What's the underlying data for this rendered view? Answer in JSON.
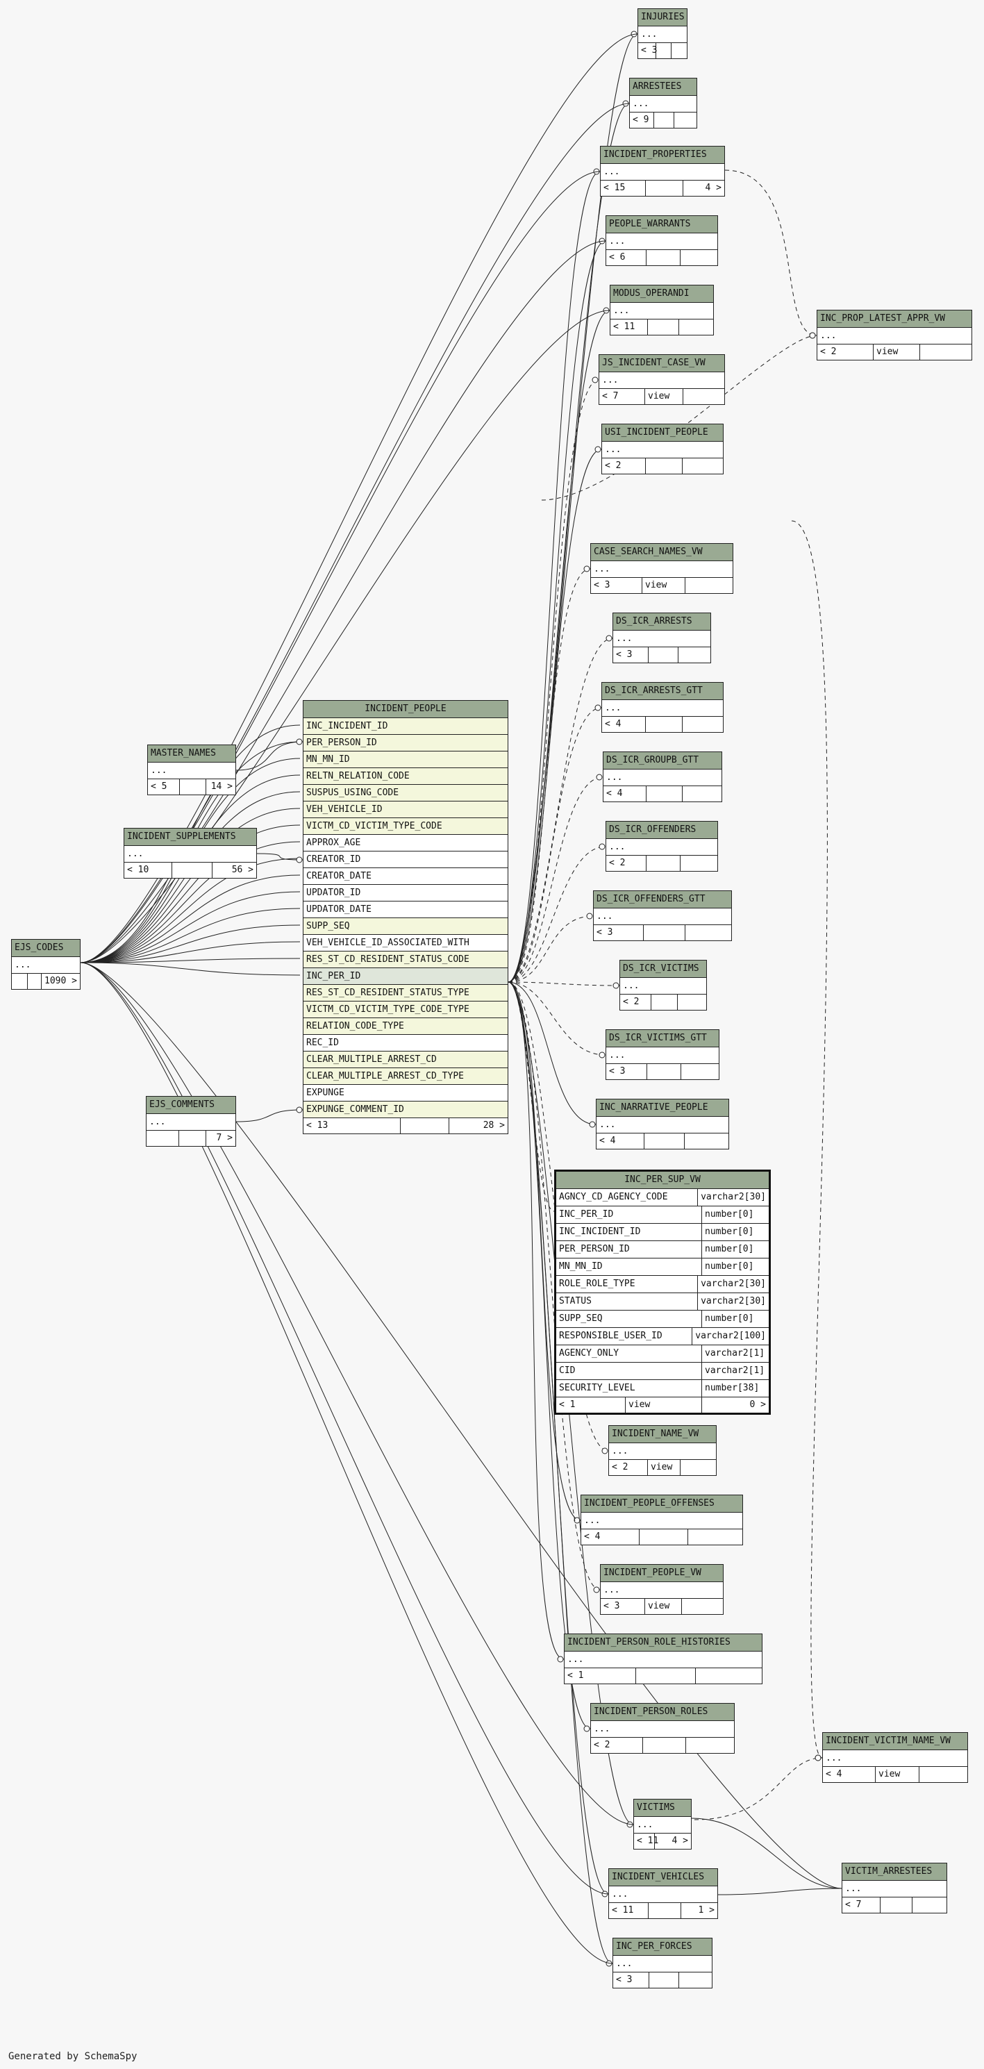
{
  "footer": "Generated by SchemaSpy",
  "tables": [
    {
      "id": "INJURIES",
      "title": "INJURIES",
      "rows": [
        "..."
      ],
      "foot": [
        "< 3",
        "",
        ""
      ]
    },
    {
      "id": "ARRESTEES",
      "title": "ARRESTEES",
      "rows": [
        "..."
      ],
      "foot": [
        "< 9",
        "",
        ""
      ]
    },
    {
      "id": "INCIDENT_PROPERTIES",
      "title": "INCIDENT_PROPERTIES",
      "rows": [
        "..."
      ],
      "foot": [
        "< 15",
        "",
        "4 >"
      ]
    },
    {
      "id": "PEOPLE_WARRANTS",
      "title": "PEOPLE_WARRANTS",
      "rows": [
        "..."
      ],
      "foot": [
        "< 6",
        "",
        ""
      ]
    },
    {
      "id": "MODUS_OPERANDI",
      "title": "MODUS_OPERANDI",
      "rows": [
        "..."
      ],
      "foot": [
        "< 11",
        "",
        ""
      ]
    },
    {
      "id": "INC_PROP_LATEST_APPR_VW",
      "title": "INC_PROP_LATEST_APPR_VW",
      "rows": [
        "..."
      ],
      "foot": [
        "< 2",
        "view",
        ""
      ]
    },
    {
      "id": "JS_INCIDENT_CASE_VW",
      "title": "JS_INCIDENT_CASE_VW",
      "rows": [
        "..."
      ],
      "foot": [
        "< 7",
        "view",
        ""
      ]
    },
    {
      "id": "USI_INCIDENT_PEOPLE",
      "title": "USI_INCIDENT_PEOPLE",
      "rows": [
        "..."
      ],
      "foot": [
        "< 2",
        "",
        ""
      ]
    },
    {
      "id": "CASE_SEARCH_NAMES_VW",
      "title": "CASE_SEARCH_NAMES_VW",
      "rows": [
        "..."
      ],
      "foot": [
        "< 3",
        "view",
        ""
      ]
    },
    {
      "id": "DS_ICR_ARRESTS",
      "title": "DS_ICR_ARRESTS",
      "rows": [
        "..."
      ],
      "foot": [
        "< 3",
        "",
        ""
      ]
    },
    {
      "id": "DS_ICR_ARRESTS_GTT",
      "title": "DS_ICR_ARRESTS_GTT",
      "rows": [
        "..."
      ],
      "foot": [
        "< 4",
        "",
        ""
      ]
    },
    {
      "id": "DS_ICR_GROUPB_GTT",
      "title": "DS_ICR_GROUPB_GTT",
      "rows": [
        "..."
      ],
      "foot": [
        "< 4",
        "",
        ""
      ]
    },
    {
      "id": "DS_ICR_OFFENDERS",
      "title": "DS_ICR_OFFENDERS",
      "rows": [
        "..."
      ],
      "foot": [
        "< 2",
        "",
        ""
      ]
    },
    {
      "id": "DS_ICR_OFFENDERS_GTT",
      "title": "DS_ICR_OFFENDERS_GTT",
      "rows": [
        "..."
      ],
      "foot": [
        "< 3",
        "",
        ""
      ]
    },
    {
      "id": "DS_ICR_VICTIMS",
      "title": "DS_ICR_VICTIMS",
      "rows": [
        "..."
      ],
      "foot": [
        "< 2",
        "",
        ""
      ]
    },
    {
      "id": "DS_ICR_VICTIMS_GTT",
      "title": "DS_ICR_VICTIMS_GTT",
      "rows": [
        "..."
      ],
      "foot": [
        "< 3",
        "",
        ""
      ]
    },
    {
      "id": "INC_NARRATIVE_PEOPLE",
      "title": "INC_NARRATIVE_PEOPLE",
      "rows": [
        "..."
      ],
      "foot": [
        "< 4",
        "",
        ""
      ]
    },
    {
      "id": "MASTER_NAMES",
      "title": "MASTER_NAMES",
      "rows": [
        "..."
      ],
      "foot": [
        "< 5",
        "",
        "14 >"
      ]
    },
    {
      "id": "INCIDENT_SUPPLEMENTS",
      "title": "INCIDENT_SUPPLEMENTS",
      "rows": [
        "..."
      ],
      "foot": [
        "< 10",
        "",
        "56 >"
      ]
    },
    {
      "id": "EJS_CODES",
      "title": "EJS_CODES",
      "rows": [
        "..."
      ],
      "foot": [
        "",
        "",
        "1090 >"
      ]
    },
    {
      "id": "EJS_COMMENTS",
      "title": "EJS_COMMENTS",
      "rows": [
        "..."
      ],
      "foot": [
        "",
        "",
        "7 >"
      ]
    },
    {
      "id": "INCIDENT_NAME_VW",
      "title": "INCIDENT_NAME_VW",
      "rows": [
        "..."
      ],
      "foot": [
        "< 2",
        "view",
        ""
      ]
    },
    {
      "id": "INCIDENT_PEOPLE_OFFENSES",
      "title": "INCIDENT_PEOPLE_OFFENSES",
      "rows": [
        "..."
      ],
      "foot": [
        "< 4",
        "",
        ""
      ]
    },
    {
      "id": "INCIDENT_PEOPLE_VW",
      "title": "INCIDENT_PEOPLE_VW",
      "rows": [
        "..."
      ],
      "foot": [
        "< 3",
        "view",
        ""
      ]
    },
    {
      "id": "INCIDENT_PERSON_ROLE_HISTORIES",
      "title": "INCIDENT_PERSON_ROLE_HISTORIES",
      "rows": [
        "..."
      ],
      "foot": [
        "< 1",
        "",
        ""
      ]
    },
    {
      "id": "INCIDENT_PERSON_ROLES",
      "title": "INCIDENT_PERSON_ROLES",
      "rows": [
        "..."
      ],
      "foot": [
        "< 2",
        "",
        ""
      ]
    },
    {
      "id": "INCIDENT_VICTIM_NAME_VW",
      "title": "INCIDENT_VICTIM_NAME_VW",
      "rows": [
        "..."
      ],
      "foot": [
        "< 4",
        "view",
        ""
      ]
    },
    {
      "id": "VICTIMS",
      "title": "VICTIMS",
      "rows": [
        "..."
      ],
      "foot": [
        "< 11",
        "4 >"
      ]
    },
    {
      "id": "VICTIM_ARRESTEES",
      "title": "VICTIM_ARRESTEES",
      "rows": [
        "..."
      ],
      "foot": [
        "< 7",
        "",
        ""
      ]
    },
    {
      "id": "INCIDENT_VEHICLES",
      "title": "INCIDENT_VEHICLES",
      "rows": [
        "..."
      ],
      "foot": [
        "< 11",
        "",
        "1 >"
      ]
    },
    {
      "id": "INC_PER_FORCES",
      "title": "INC_PER_FORCES",
      "rows": [
        "..."
      ],
      "foot": [
        "< 3",
        "",
        ""
      ]
    }
  ],
  "incident_people": {
    "title": "INCIDENT_PEOPLE",
    "columns": [
      {
        "name": "INC_INCIDENT_ID",
        "kind": "key"
      },
      {
        "name": "PER_PERSON_ID",
        "kind": "key"
      },
      {
        "name": "MN_MN_ID",
        "kind": "key"
      },
      {
        "name": "RELTN_RELATION_CODE",
        "kind": "key"
      },
      {
        "name": "SUSPUS_USING_CODE",
        "kind": "key"
      },
      {
        "name": "VEH_VEHICLE_ID",
        "kind": "key"
      },
      {
        "name": "VICTM_CD_VICTIM_TYPE_CODE",
        "kind": "key"
      },
      {
        "name": "APPROX_AGE",
        "kind": "plain"
      },
      {
        "name": "CREATOR_ID",
        "kind": "plain"
      },
      {
        "name": "CREATOR_DATE",
        "kind": "plain"
      },
      {
        "name": "UPDATOR_ID",
        "kind": "plain"
      },
      {
        "name": "UPDATOR_DATE",
        "kind": "plain"
      },
      {
        "name": "SUPP_SEQ",
        "kind": "key"
      },
      {
        "name": "VEH_VEHICLE_ID_ASSOCIATED_WITH",
        "kind": "plain"
      },
      {
        "name": "RES_ST_CD_RESIDENT_STATUS_CODE",
        "kind": "key"
      },
      {
        "name": "INC_PER_ID",
        "kind": "sel"
      },
      {
        "name": "RES_ST_CD_RESIDENT_STATUS_TYPE",
        "kind": "key"
      },
      {
        "name": "VICTM_CD_VICTIM_TYPE_CODE_TYPE",
        "kind": "key"
      },
      {
        "name": "RELATION_CODE_TYPE",
        "kind": "key"
      },
      {
        "name": "REC_ID",
        "kind": "plain"
      },
      {
        "name": "CLEAR_MULTIPLE_ARREST_CD",
        "kind": "key"
      },
      {
        "name": "CLEAR_MULTIPLE_ARREST_CD_TYPE",
        "kind": "key"
      },
      {
        "name": "EXPUNGE",
        "kind": "plain"
      },
      {
        "name": "EXPUNGE_COMMENT_ID",
        "kind": "key"
      }
    ],
    "foot": [
      "< 13",
      "",
      "28 >"
    ]
  },
  "inc_per_sup_vw": {
    "title": "INC_PER_SUP_VW",
    "columns": [
      {
        "name": "AGNCY_CD_AGENCY_CODE",
        "type": "varchar2[30]"
      },
      {
        "name": "INC_PER_ID",
        "type": "number[0]"
      },
      {
        "name": "INC_INCIDENT_ID",
        "type": "number[0]"
      },
      {
        "name": "PER_PERSON_ID",
        "type": "number[0]"
      },
      {
        "name": "MN_MN_ID",
        "type": "number[0]"
      },
      {
        "name": "ROLE_ROLE_TYPE",
        "type": "varchar2[30]"
      },
      {
        "name": "STATUS",
        "type": "varchar2[30]"
      },
      {
        "name": "SUPP_SEQ",
        "type": "number[0]"
      },
      {
        "name": "RESPONSIBLE_USER_ID",
        "type": "varchar2[100]"
      },
      {
        "name": "AGENCY_ONLY",
        "type": "varchar2[1]"
      },
      {
        "name": "CID",
        "type": "varchar2[1]"
      },
      {
        "name": "SECURITY_LEVEL",
        "type": "number[38]"
      }
    ],
    "foot": [
      "< 1",
      "view",
      "0 >"
    ]
  }
}
